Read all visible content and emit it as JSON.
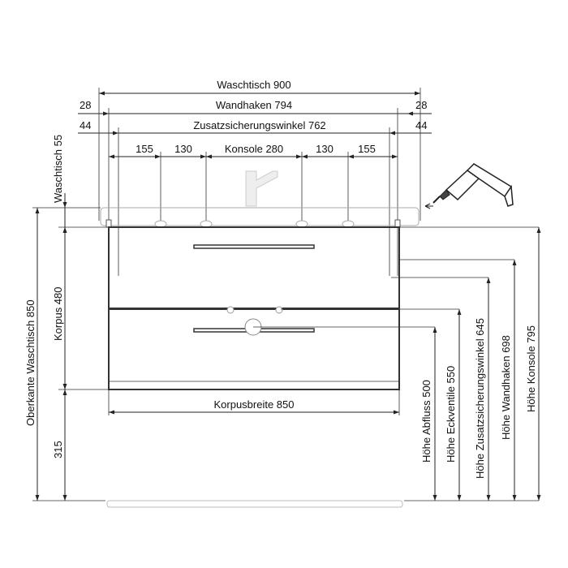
{
  "dimensions": {
    "waschtisch_width": "Waschtisch 900",
    "wandhaken_width": "Wandhaken 794",
    "zusatz_width": "Zusatzsicherungswinkel 762",
    "konsole_width": "Konsole 280",
    "offset_28": "28",
    "offset_44": "44",
    "spacing_155": "155",
    "spacing_130": "130",
    "waschtisch_height": "Waschtisch  55",
    "korpus_height": "Korpus  480",
    "floor_offset": "315",
    "oberkante": "Oberkante Waschtisch 850",
    "korpusbreite": "Korpusbreite  850",
    "hoehe_abfluss": "Höhe Abfluss 500",
    "hoehe_eckventile": "Höhe Eckventile 550",
    "hoehe_zusatz": "Höhe Zusatzsicherungswinkel 645",
    "hoehe_wandhaken": "Höhe Wandhaken 698",
    "hoehe_konsole": "Höhe Konsole 795"
  },
  "icons": {
    "drill": "drill-icon",
    "faucet": "faucet-icon"
  }
}
